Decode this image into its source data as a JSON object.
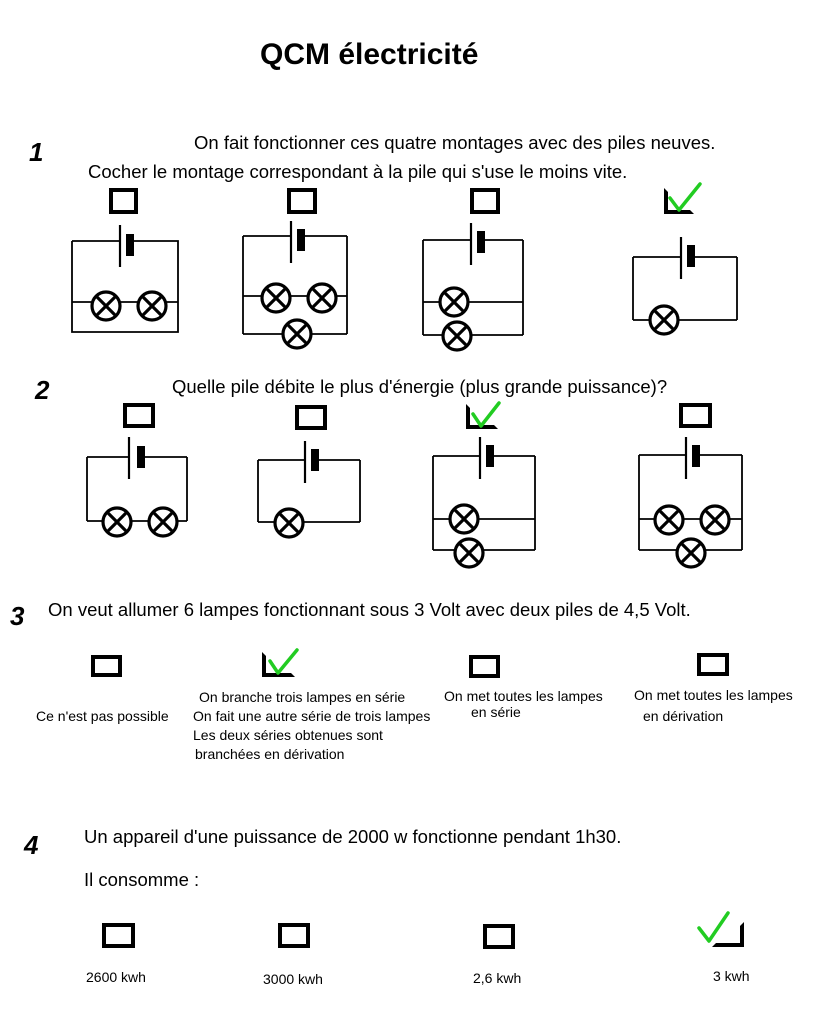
{
  "title": "QCM électricité",
  "questions": [
    {
      "number": "1",
      "text_line1": "On fait fonctionner ces quatre montages avec des piles neuves.",
      "text_line2": "Cocher le montage correspondant à la pile qui s'use le moins vite.",
      "checked_option": 4
    },
    {
      "number": "2",
      "text": "Quelle pile débite le plus d'énergie (plus grande puissance)?",
      "checked_option": 3
    },
    {
      "number": "3",
      "text": "On veut allumer 6 lampes fonctionnant sous 3 Volt avec deux piles de 4,5 Volt.",
      "checked_option": 2,
      "options": [
        {
          "lines": [
            "Ce n'est pas possible"
          ]
        },
        {
          "lines": [
            "On branche trois lampes en série",
            "On fait une autre série de trois lampes",
            "Les deux séries obtenues sont",
            "branchées en dérivation"
          ]
        },
        {
          "lines": [
            "On met toutes les lampes",
            "en série"
          ]
        },
        {
          "lines": [
            "On met toutes les lampes",
            "en dérivation"
          ]
        }
      ]
    },
    {
      "number": "4",
      "text_line1": "Un appareil d'une puissance de 2000 w fonctionne pendant 1h30.",
      "text_line2": "Il consomme :",
      "checked_option": 4,
      "options": [
        "2600 kwh",
        "3000 kwh",
        "2,6 kwh",
        "3 kwh"
      ]
    }
  ],
  "colors": {
    "check": "#22cc22",
    "ink": "#000000",
    "background": "#ffffff"
  },
  "icons": {
    "checkbox": "checkbox-square",
    "checkmark": "check-icon",
    "battery": "battery-symbol",
    "lamp": "lamp-symbol"
  }
}
